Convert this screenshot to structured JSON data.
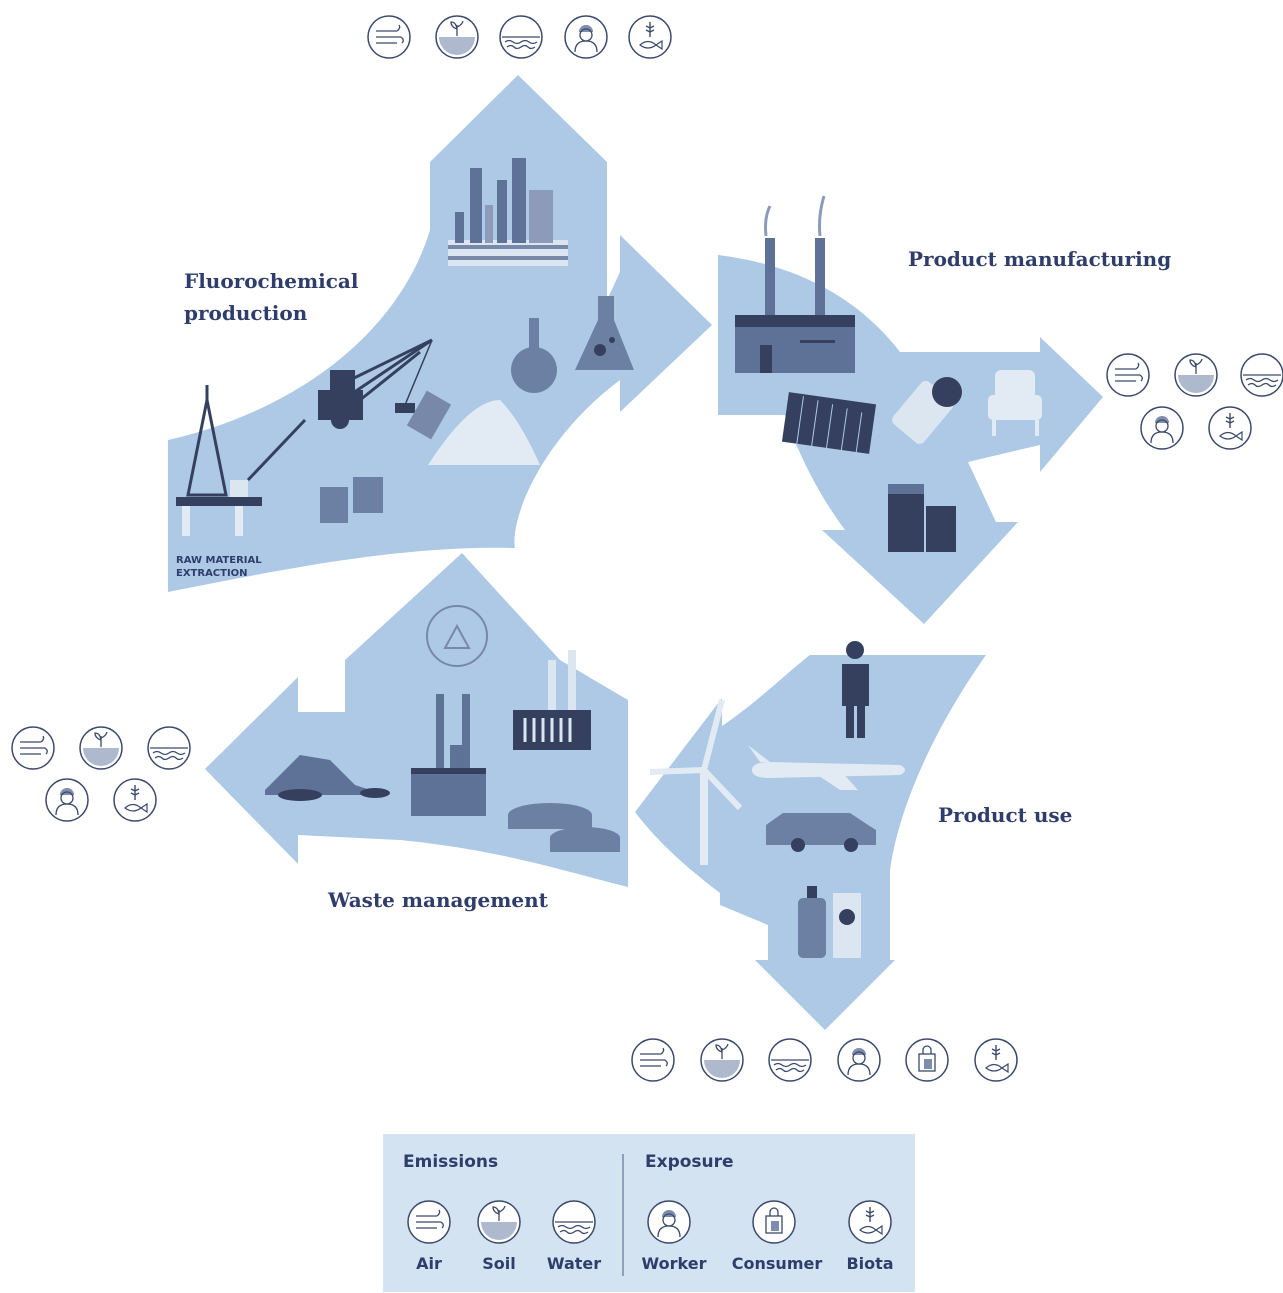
{
  "stages": {
    "fluorochemical_production": {
      "line1": "Fluorochemical",
      "line2": "production"
    },
    "raw_material": {
      "line1": "RAW MATERIAL",
      "line2": "EXTRACTION"
    },
    "product_manufacturing": "Product manufacturing",
    "product_use": "Product use",
    "waste_management": "Waste management"
  },
  "legend": {
    "emissions_title": "Emissions",
    "exposure_title": "Exposure",
    "emissions": [
      {
        "label": "Air",
        "icon": "air-icon"
      },
      {
        "label": "Soil",
        "icon": "soil-icon"
      },
      {
        "label": "Water",
        "icon": "water-icon"
      }
    ],
    "exposure": [
      {
        "label": "Worker",
        "icon": "worker-icon"
      },
      {
        "label": "Consumer",
        "icon": "consumer-icon"
      },
      {
        "label": "Biota",
        "icon": "biota-icon"
      }
    ]
  },
  "colors": {
    "arrow": "#adc9e6",
    "legend_bg": "#d3e3f1",
    "illustration": "#4a5f86",
    "text": "#2f3d6b"
  }
}
